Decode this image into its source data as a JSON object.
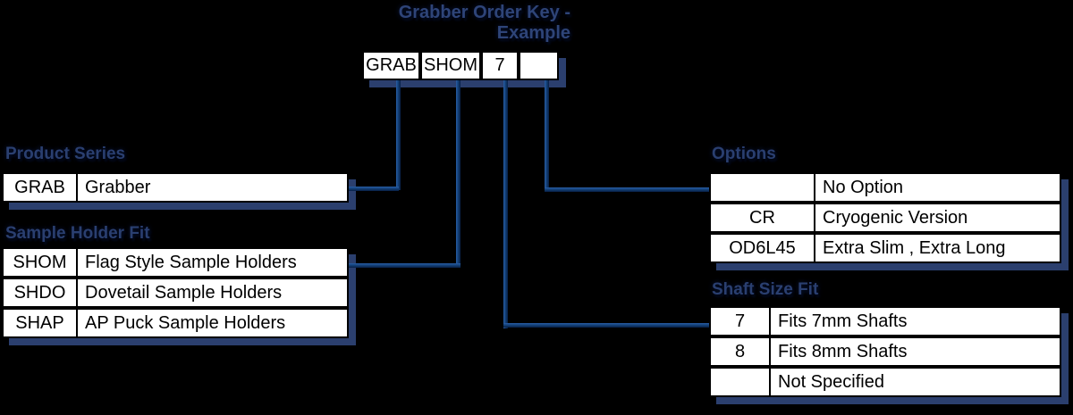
{
  "title": {
    "line1": "Grabber Order Key -",
    "line2": "Example"
  },
  "order_key": {
    "segments": [
      "GRAB",
      "SHOM",
      "7",
      ""
    ]
  },
  "tables": {
    "product_series": {
      "label": "Product Series",
      "rows": [
        {
          "code": "GRAB",
          "desc": "Grabber"
        }
      ]
    },
    "sample_holder_fit": {
      "label": "Sample Holder Fit",
      "rows": [
        {
          "code": "SHOM",
          "desc": "Flag Style Sample Holders"
        },
        {
          "code": "SHDO",
          "desc": "Dovetail Sample Holders"
        },
        {
          "code": "SHAP",
          "desc": "AP Puck Sample Holders"
        }
      ]
    },
    "options": {
      "label": "Options",
      "rows": [
        {
          "code": "",
          "desc": "No Option"
        },
        {
          "code": "CR",
          "desc": "Cryogenic Version"
        },
        {
          "code": "OD6L45",
          "desc": "Extra Slim , Extra Long"
        }
      ]
    },
    "shaft_size_fit": {
      "label": "Shaft Size Fit",
      "rows": [
        {
          "code": "7",
          "desc": "Fits 7mm Shafts"
        },
        {
          "code": "8",
          "desc": "Fits 8mm Shafts"
        },
        {
          "code": "",
          "desc": "Not Specified"
        }
      ]
    }
  },
  "colors": {
    "background": "#000000",
    "cell_background": "#ffffff",
    "cell_border": "#000000",
    "shadow_navy": "#2b3f6e",
    "connector_navy": "#15447e",
    "heading_navy": "#2a3f70"
  }
}
